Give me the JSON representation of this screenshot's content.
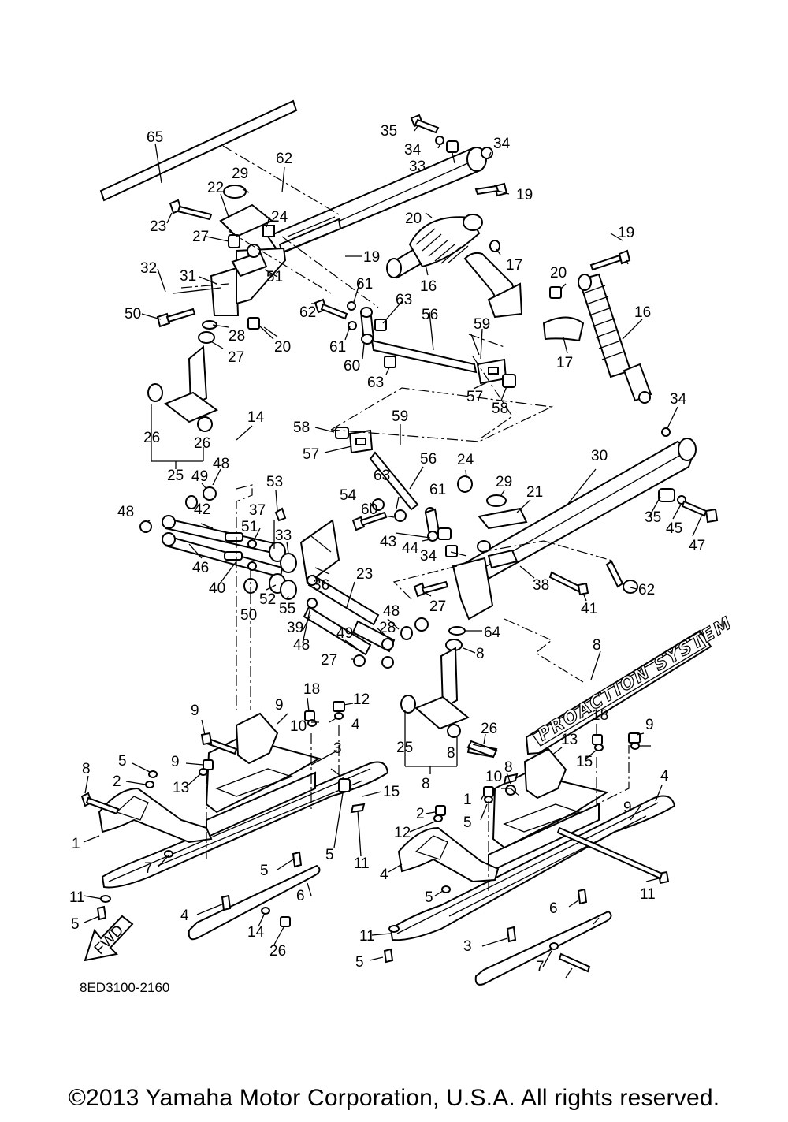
{
  "diagram": {
    "drawing_code": "8ED3100-2160",
    "emblem_text": "PROACTION SYSTEM",
    "fwd_label": "FWD",
    "copyright": "©2013 Yamaha Motor Corporation, U.S.A. All rights reserved.",
    "callouts": [
      "65",
      "35",
      "34",
      "33",
      "34",
      "62",
      "29",
      "22",
      "23",
      "24",
      "27",
      "19",
      "20",
      "17",
      "16",
      "51",
      "32",
      "31",
      "50",
      "28",
      "20",
      "27",
      "19",
      "61",
      "62",
      "63",
      "56",
      "61",
      "60",
      "59",
      "63",
      "57",
      "58",
      "20",
      "19",
      "16",
      "17",
      "34",
      "26",
      "26",
      "25",
      "14",
      "58",
      "57",
      "59",
      "56",
      "49",
      "48",
      "48",
      "42",
      "53",
      "54",
      "63",
      "24",
      "29",
      "21",
      "30",
      "61",
      "60",
      "43",
      "44",
      "37",
      "51",
      "33",
      "34",
      "35",
      "45",
      "47",
      "46",
      "40",
      "52",
      "55",
      "36",
      "50",
      "23",
      "27",
      "62",
      "38",
      "41",
      "39",
      "48",
      "49",
      "48",
      "28",
      "27",
      "64",
      "8",
      "8",
      "18",
      "12",
      "9",
      "9",
      "10",
      "4",
      "3",
      "5",
      "8",
      "2",
      "9",
      "1",
      "13",
      "15",
      "5",
      "11",
      "7",
      "5",
      "6",
      "11",
      "5",
      "4",
      "14",
      "26",
      "26",
      "25",
      "8",
      "8",
      "18",
      "9",
      "13",
      "15",
      "8",
      "10",
      "1",
      "9",
      "4",
      "5",
      "2",
      "12",
      "4",
      "11",
      "5",
      "6",
      "11",
      "5",
      "3",
      "7"
    ]
  }
}
